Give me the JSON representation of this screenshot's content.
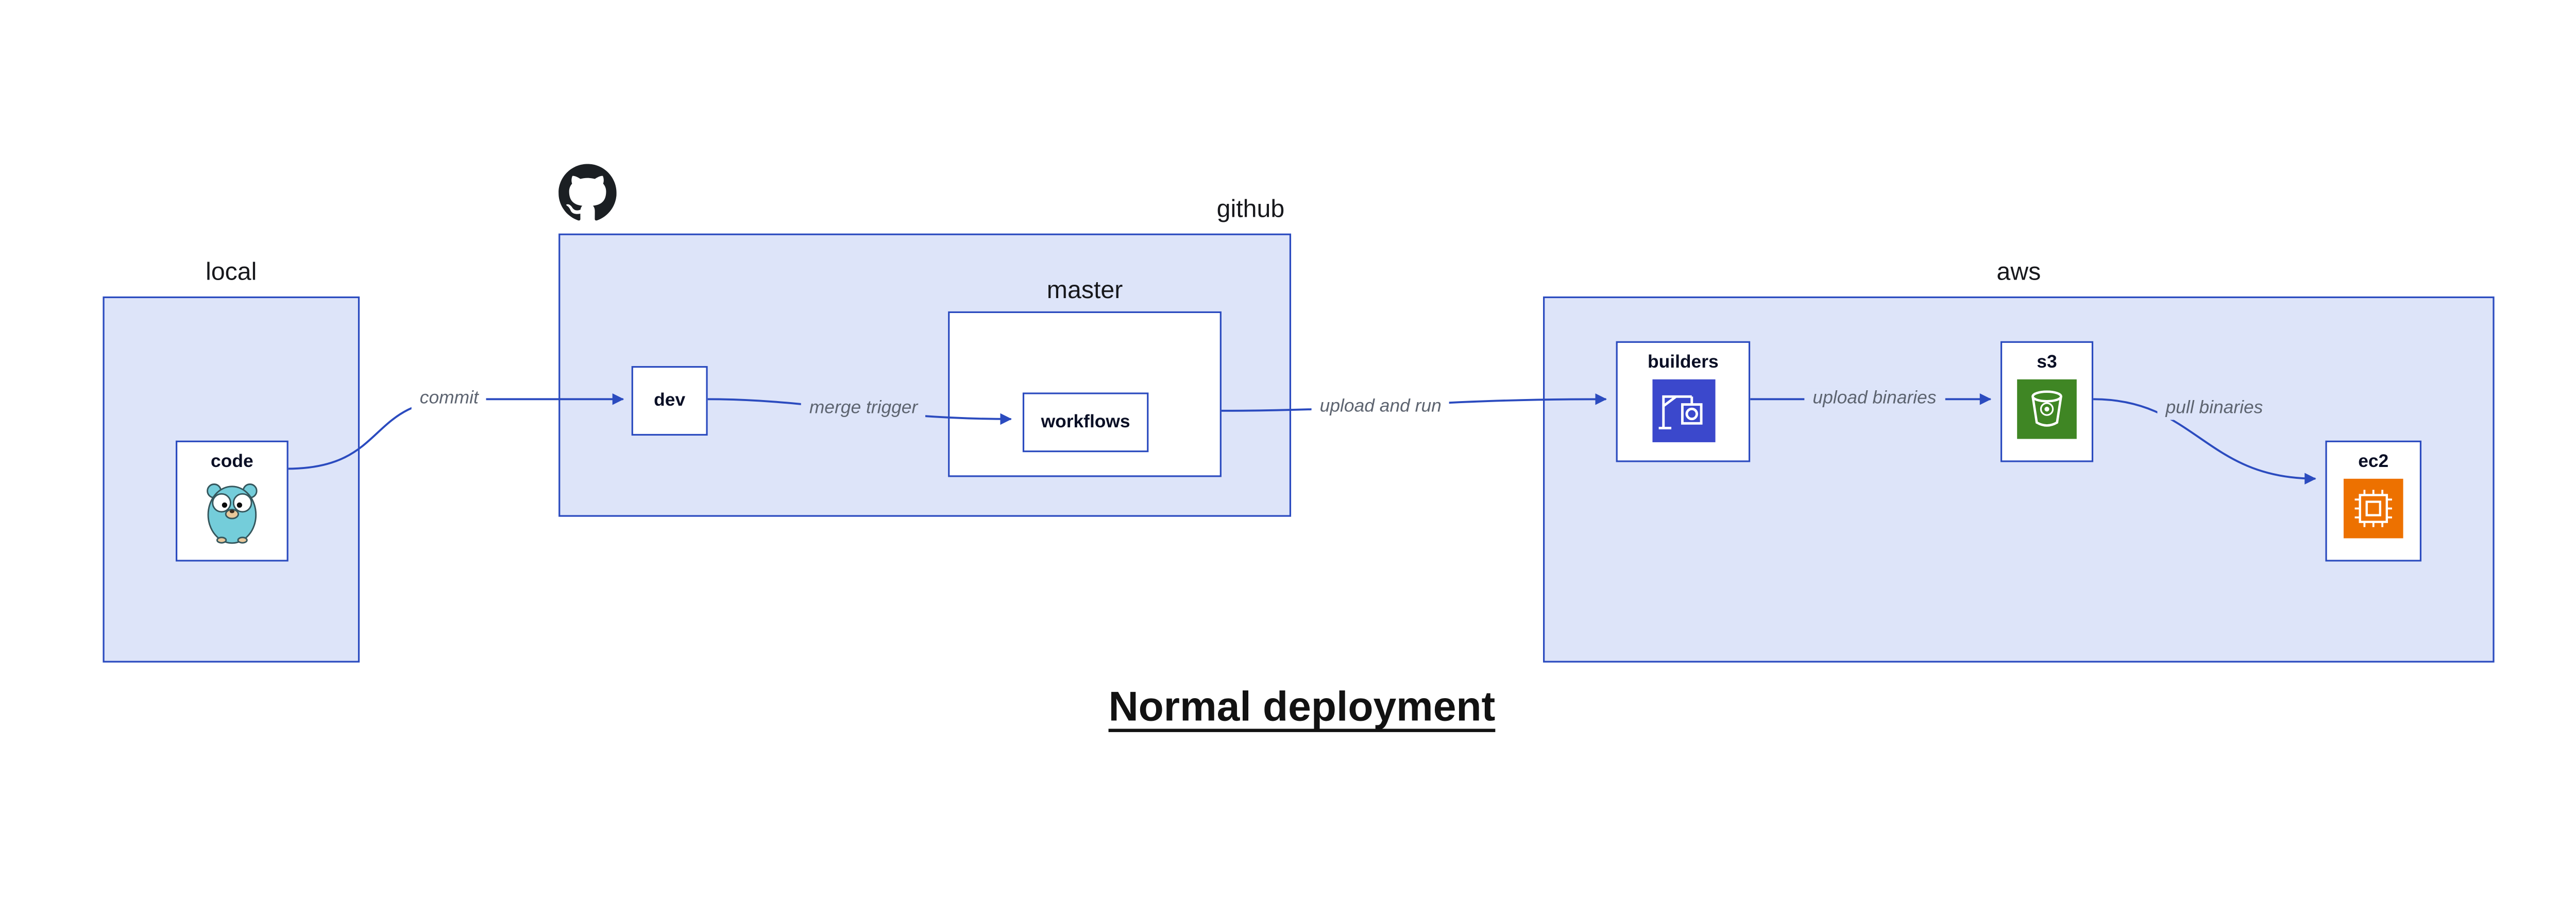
{
  "title": "Normal deployment",
  "containers": {
    "local": {
      "label": "local"
    },
    "github": {
      "label": "github"
    },
    "master": {
      "label": "master"
    },
    "aws": {
      "label": "aws"
    }
  },
  "nodes": {
    "code": {
      "label": "code",
      "icon": "go-gopher-icon"
    },
    "dev": {
      "label": "dev"
    },
    "workflows": {
      "label": "workflows"
    },
    "builders": {
      "label": "builders",
      "icon": "aws-codebuild-icon"
    },
    "s3": {
      "label": "s3",
      "icon": "aws-s3-bucket-icon"
    },
    "ec2": {
      "label": "ec2",
      "icon": "aws-ec2-chip-icon"
    }
  },
  "edges": [
    {
      "from": "code",
      "to": "dev",
      "label": "commit"
    },
    {
      "from": "dev",
      "to": "workflows",
      "label": "merge trigger"
    },
    {
      "from": "master",
      "to": "builders",
      "label": "upload and run"
    },
    {
      "from": "builders",
      "to": "s3",
      "label": "upload binaries"
    },
    {
      "from": "s3",
      "to": "ec2",
      "label": "pull binaries"
    }
  ],
  "decorations": {
    "github_logo": "github-octocat-icon"
  },
  "colors": {
    "container_fill": "#dde4f9",
    "container_border": "#2b4bbf",
    "node_fill": "#ffffff",
    "arrow": "#2b4bbf",
    "edge_label_text": "#5d6470",
    "title_text": "#121212",
    "codebuild_blue": "#3b48cc",
    "s3_green": "#3f8624",
    "ec2_orange": "#ed7100",
    "gopher_teal": "#74cdda",
    "github_black": "#1b1f23"
  }
}
